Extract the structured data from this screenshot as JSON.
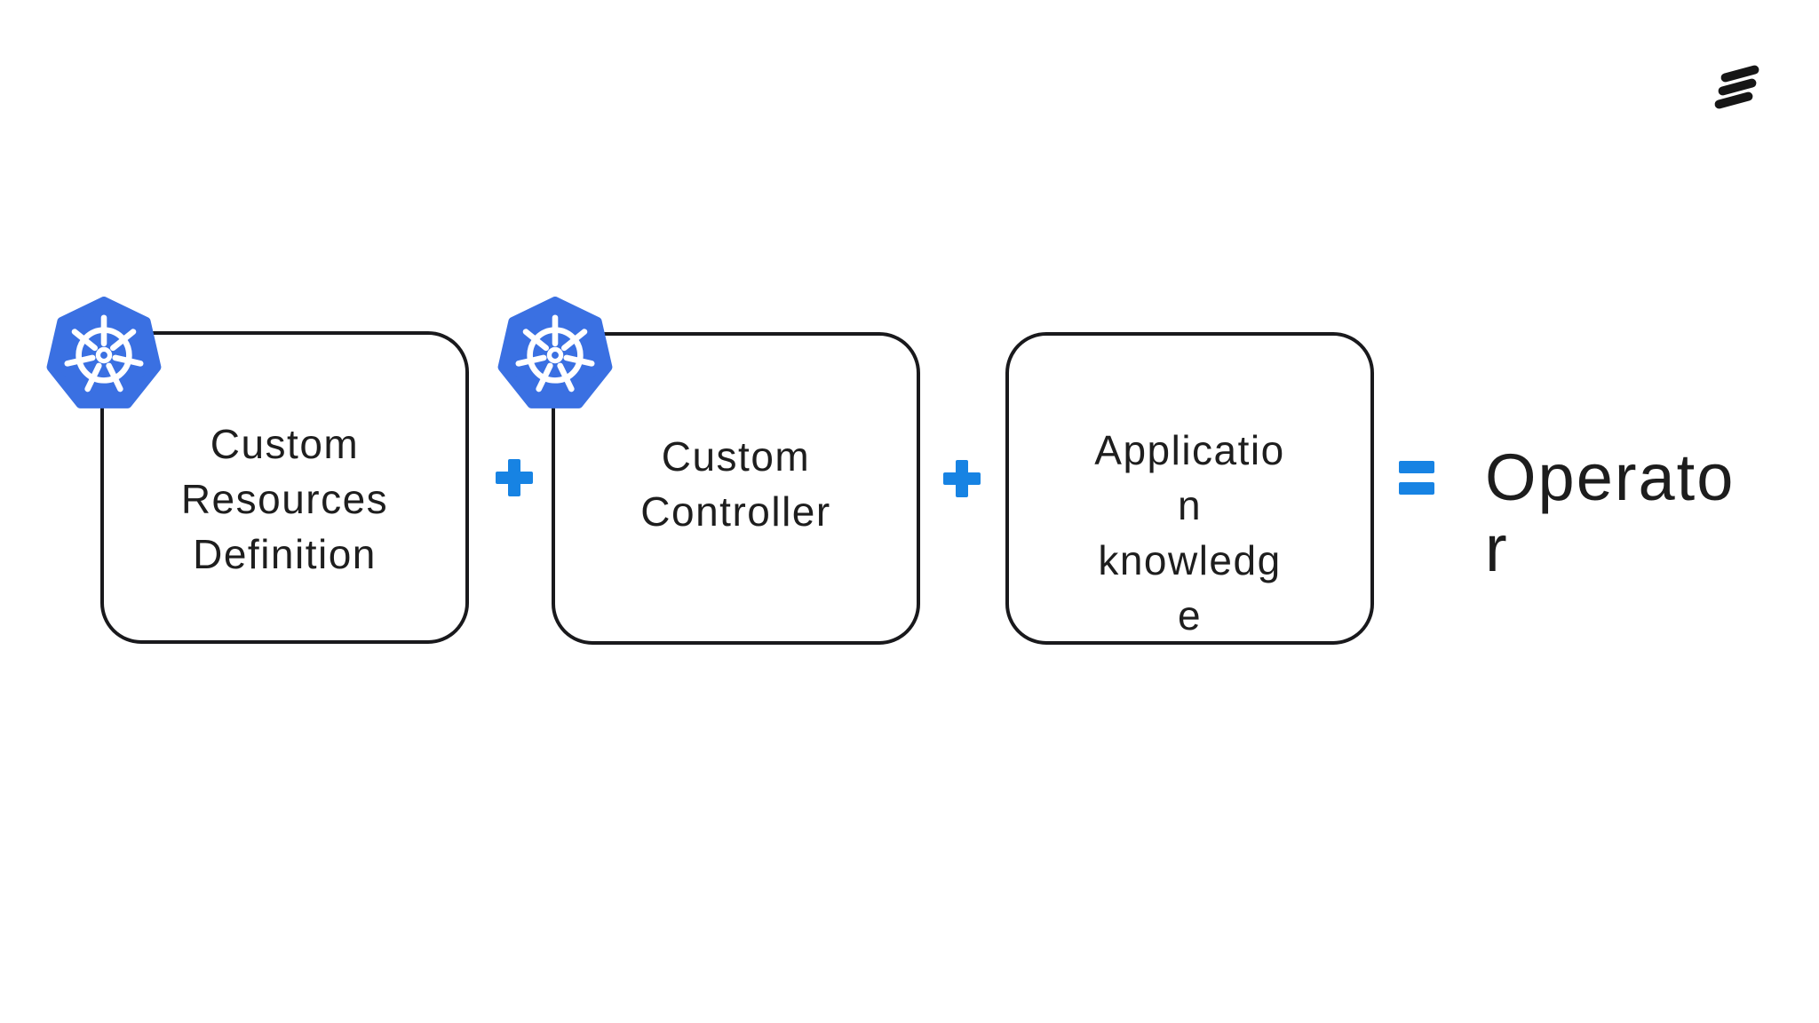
{
  "canvas": {
    "background": "#ffffff"
  },
  "brand": {
    "logo_icon": "ericsson-logo",
    "logo_color": "#161616"
  },
  "diagram": {
    "boxes": [
      {
        "label": "Custom Resources Definition",
        "lines": [
          "Custom",
          "Resources",
          "Definition"
        ],
        "kubernetes_badge": true
      },
      {
        "label": "Custom Controller",
        "lines": [
          "Custom",
          "Controller"
        ],
        "kubernetes_badge": true
      },
      {
        "label": "Application knowledge",
        "lines": [
          "Applicatio",
          "n",
          "knowledg",
          "e"
        ],
        "kubernetes_badge": false
      }
    ],
    "operator_plus": "+",
    "operator_equals": "=",
    "result": {
      "label": "Operator",
      "lines": [
        "Operato",
        "r"
      ]
    },
    "colors": {
      "kubernetes_blue": "#3a70e2",
      "math_symbol_blue": "#1783e3",
      "box_border": "#19191c",
      "text": "#1e1e1e"
    }
  }
}
